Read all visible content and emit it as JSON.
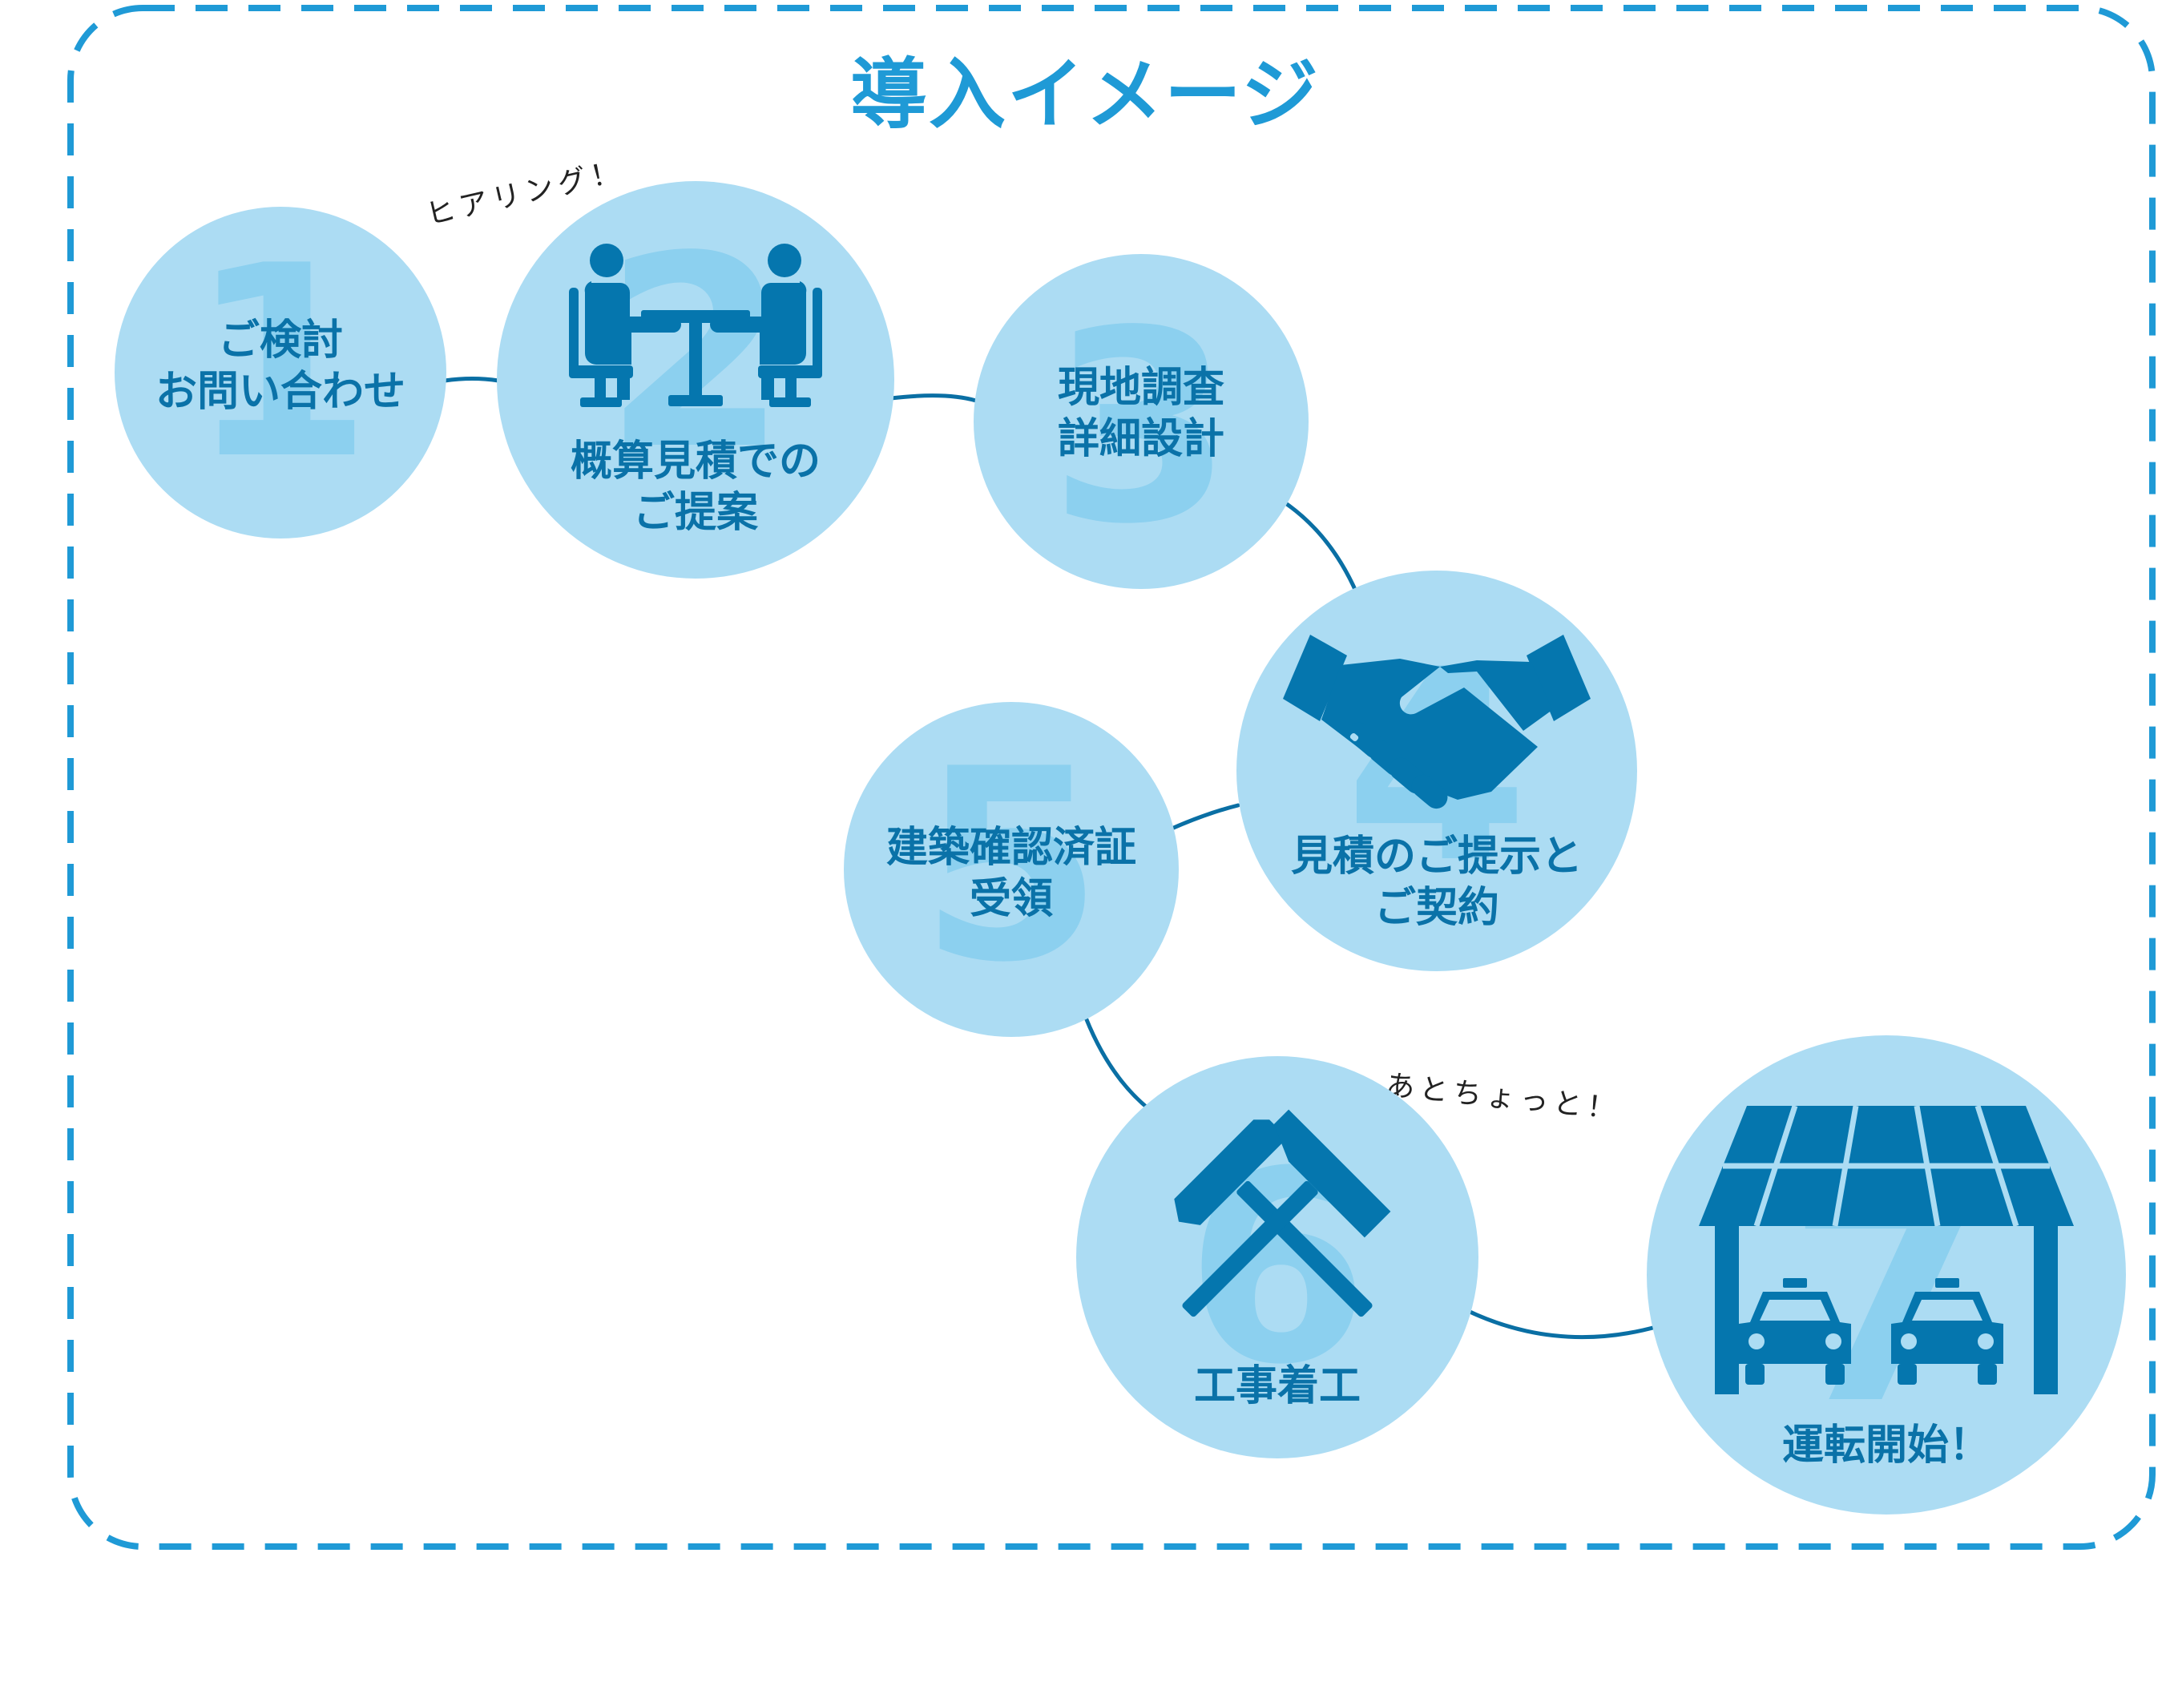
{
  "title": "導入イメージ",
  "colors": {
    "border": "#1f9ad6",
    "title": "#1f9ad6",
    "circle": "#acdcf3",
    "number": "#8cd0ef",
    "text": "#0a72a8",
    "icon": "#0576ae",
    "connector": "#0a6fa4"
  },
  "steps": [
    {
      "number": "1",
      "lines": [
        "ご検討",
        "お問い合わせ"
      ],
      "icon": null
    },
    {
      "number": "2",
      "lines": [
        "概算見積での",
        "ご提案"
      ],
      "icon": "meeting-icon"
    },
    {
      "number": "3",
      "lines": [
        "現地調査",
        "詳細設計"
      ],
      "icon": null
    },
    {
      "number": "4",
      "lines": [
        "見積のご提示と",
        "ご契約"
      ],
      "icon": "handshake-icon"
    },
    {
      "number": "5",
      "lines": [
        "建築確認済証",
        "受領"
      ],
      "icon": null
    },
    {
      "number": "6",
      "lines": [
        "工事着工"
      ],
      "icon": "hammers-icon"
    },
    {
      "number": "7",
      "lines": [
        "運転開始！"
      ],
      "icon": "solar-carport-icon"
    }
  ],
  "notes": {
    "hearing": "ヒアリング！",
    "almost": "あとちょっと！"
  }
}
